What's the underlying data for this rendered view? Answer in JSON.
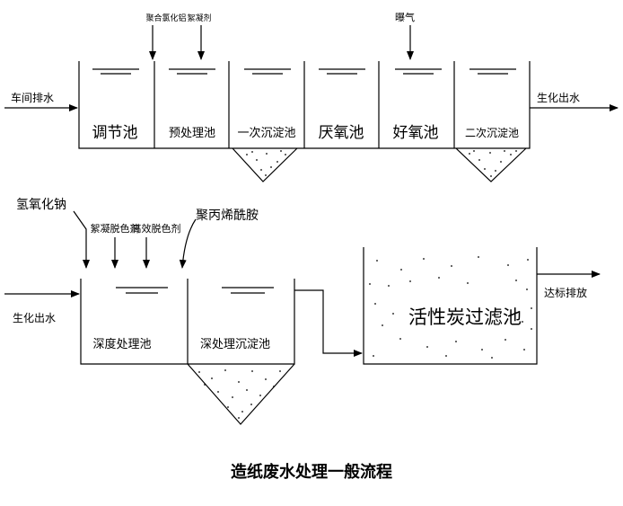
{
  "stage1": {
    "inlet": "车间排水",
    "outlet": "生化出水",
    "tanks": [
      "调节池",
      "预处理池",
      "一次沉淀池",
      "厌氧池",
      "好氧池",
      "二次沉淀池"
    ],
    "chem_1": "聚合氯化铝",
    "chem_2": "絮凝剂",
    "aeration": "曝气"
  },
  "stage2": {
    "inlet": "生化出水",
    "naoh": "氢氧化钠",
    "flocculant_decolor": "絮凝脱色剂",
    "efficient_decolor": "高效脱色剂",
    "pam": "聚丙烯酰胺",
    "tank_deep": "深度处理池",
    "tank_settle": "深处理沉淀池",
    "filter": "活性炭过滤池",
    "outlet": "达标排放"
  },
  "caption": "造纸废水处理一般流程"
}
